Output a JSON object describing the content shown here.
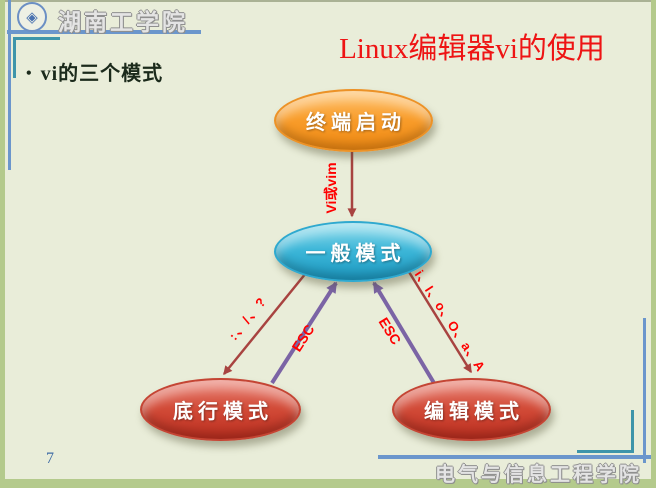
{
  "header": {
    "school_name": "湖南工学院"
  },
  "title": "Linux编辑器vi的使用",
  "bullet": {
    "marker": "•",
    "text": "vi的三个模式"
  },
  "footer": {
    "page_number": "7",
    "department": "电气与信息工程学院"
  },
  "diagram": {
    "nodes": [
      {
        "id": "terminal-start",
        "label": "终端启动",
        "color": "#f5941e"
      },
      {
        "id": "normal-mode",
        "label": "一般模式",
        "color": "#2ba7cd"
      },
      {
        "id": "lastline-mode",
        "label": "底行模式",
        "color": "#c8402e"
      },
      {
        "id": "edit-mode",
        "label": "编辑模式",
        "color": "#c8402e"
      }
    ],
    "edge_labels": {
      "start_to_normal": "Vi或vim",
      "normal_to_lastline": ":、/、?",
      "lastline_to_normal": "ESC",
      "edit_to_normal": "ESC",
      "normal_to_edit": "i、I、o、O、a、A"
    },
    "arrow_colors": {
      "red": "#a84340",
      "purple": "#7b64a5"
    },
    "accent_colors": {
      "frame_green": "#b4ca8c",
      "line_blue": "#6b96cc",
      "line_teal": "#3e95aa",
      "title_red": "#ee1414"
    }
  }
}
